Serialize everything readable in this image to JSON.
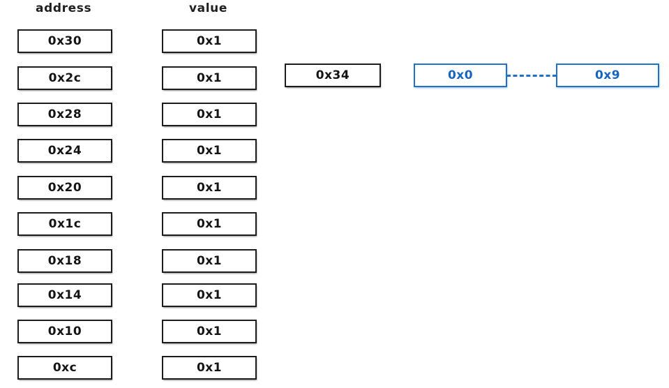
{
  "diagram": {
    "title": "memory address/value table with pointer boxes",
    "background_color": "#ffffff",
    "black_color": "#1c1c1c",
    "blue_color": "#1f72c8",
    "blue_text_color": "#1565c0"
  },
  "columns": {
    "address_header": "address",
    "value_header": "value"
  },
  "rows": [
    {
      "address": "0x30",
      "value": "0x1"
    },
    {
      "address": "0x2c",
      "value": "0x1"
    },
    {
      "address": "0x28",
      "value": "0x1"
    },
    {
      "address": "0x24",
      "value": "0x1"
    },
    {
      "address": "0x20",
      "value": "0x1"
    },
    {
      "address": "0x1c",
      "value": "0x1"
    },
    {
      "address": "0x18",
      "value": "0x1"
    },
    {
      "address": "0x14",
      "value": "0x1"
    },
    {
      "address": "0x10",
      "value": "0x1"
    },
    {
      "address": "0xc",
      "value": "0x1"
    }
  ],
  "pointer_box": {
    "label": "0x34"
  },
  "linked_boxes": [
    {
      "label": "0x0"
    },
    {
      "label": "0x9"
    }
  ],
  "connector": {
    "style": "dashed",
    "color": "#1f72c8"
  }
}
